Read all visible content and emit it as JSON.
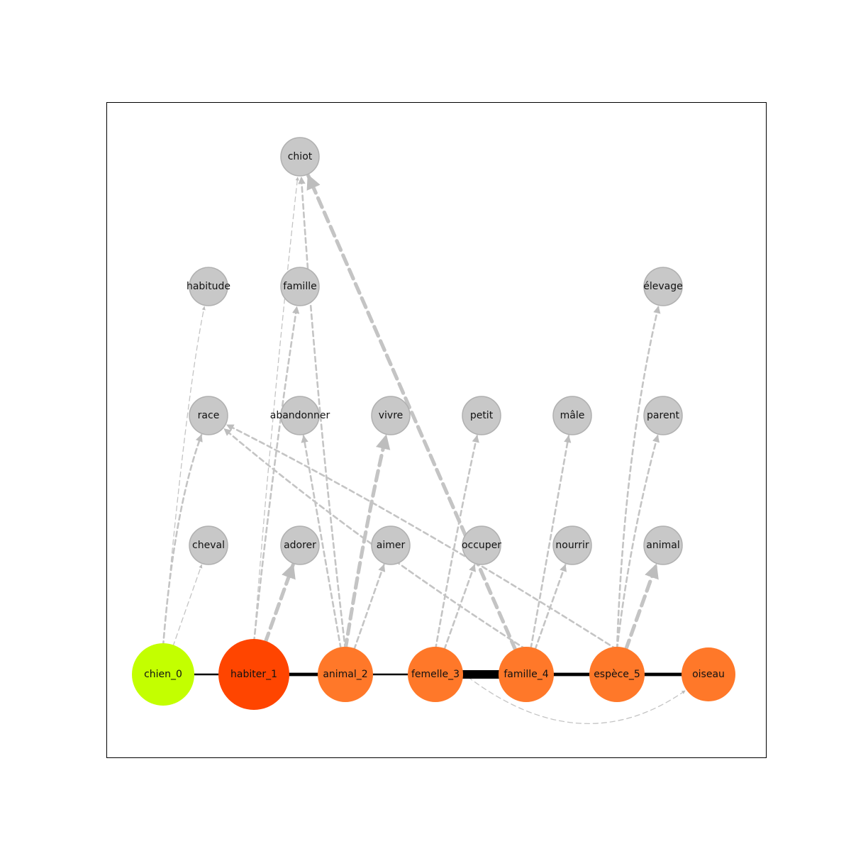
{
  "graph": {
    "colors": {
      "start": "#c3ff00",
      "peak": "#ff4500",
      "chain": "#ff7829",
      "context": "#c8c8c8",
      "context_stroke": "#b0b0b0",
      "edge_chain": "#000000",
      "edge_context": "#c4c4c4",
      "frame": "#000000"
    },
    "chain_nodes": [
      {
        "id": "chien_0",
        "label": "chien_0",
        "role": "start"
      },
      {
        "id": "habiter_1",
        "label": "habiter_1",
        "role": "peak"
      },
      {
        "id": "animal_2",
        "label": "animal_2",
        "role": "chain"
      },
      {
        "id": "femelle_3",
        "label": "femelle_3",
        "role": "chain"
      },
      {
        "id": "famille_4",
        "label": "famille_4",
        "role": "chain"
      },
      {
        "id": "espece_5",
        "label": "espèce_5",
        "role": "chain"
      },
      {
        "id": "oiseau",
        "label": "oiseau",
        "role": "chain"
      }
    ],
    "context_nodes": [
      {
        "id": "chiot",
        "label": "chiot"
      },
      {
        "id": "habitude",
        "label": "habitude"
      },
      {
        "id": "famille",
        "label": "famille"
      },
      {
        "id": "elevage",
        "label": "élevage"
      },
      {
        "id": "race",
        "label": "race"
      },
      {
        "id": "abandonner",
        "label": "abandonner"
      },
      {
        "id": "vivre",
        "label": "vivre"
      },
      {
        "id": "petit",
        "label": "petit"
      },
      {
        "id": "male",
        "label": "mâle"
      },
      {
        "id": "parent",
        "label": "parent"
      },
      {
        "id": "cheval",
        "label": "cheval"
      },
      {
        "id": "adorer",
        "label": "adorer"
      },
      {
        "id": "aimer",
        "label": "aimer"
      },
      {
        "id": "occuper",
        "label": "occuper"
      },
      {
        "id": "nourrir",
        "label": "nourrir"
      },
      {
        "id": "animal",
        "label": "animal"
      }
    ],
    "chain_edges": [
      {
        "from": "chien_0",
        "to": "habiter_1",
        "weight": 1
      },
      {
        "from": "habiter_1",
        "to": "animal_2",
        "weight": 2
      },
      {
        "from": "animal_2",
        "to": "femelle_3",
        "weight": 1
      },
      {
        "from": "femelle_3",
        "to": "famille_4",
        "weight": 5
      },
      {
        "from": "famille_4",
        "to": "espece_5",
        "weight": 2
      },
      {
        "from": "espece_5",
        "to": "oiseau",
        "weight": 2
      }
    ],
    "context_edges": [
      {
        "from": "chien_0",
        "to": "habitude",
        "weight": 1
      },
      {
        "from": "chien_0",
        "to": "race",
        "weight": 2
      },
      {
        "from": "chien_0",
        "to": "cheval",
        "weight": 1
      },
      {
        "from": "habiter_1",
        "to": "chiot",
        "weight": 1
      },
      {
        "from": "habiter_1",
        "to": "famille",
        "weight": 2
      },
      {
        "from": "habiter_1",
        "to": "adorer",
        "weight": 4
      },
      {
        "from": "animal_2",
        "to": "chiot",
        "weight": 2
      },
      {
        "from": "animal_2",
        "to": "abandonner",
        "weight": 2
      },
      {
        "from": "animal_2",
        "to": "vivre",
        "weight": 4
      },
      {
        "from": "animal_2",
        "to": "aimer",
        "weight": 2
      },
      {
        "from": "femelle_3",
        "to": "petit",
        "weight": 2
      },
      {
        "from": "femelle_3",
        "to": "occuper",
        "weight": 2
      },
      {
        "from": "femelle_3",
        "to": "oiseau",
        "weight": 1
      },
      {
        "from": "famille_4",
        "to": "chiot",
        "weight": 4
      },
      {
        "from": "famille_4",
        "to": "race",
        "weight": 2
      },
      {
        "from": "famille_4",
        "to": "male",
        "weight": 2
      },
      {
        "from": "famille_4",
        "to": "nourrir",
        "weight": 2
      },
      {
        "from": "espece_5",
        "to": "race",
        "weight": 2
      },
      {
        "from": "espece_5",
        "to": "elevage",
        "weight": 2
      },
      {
        "from": "espece_5",
        "to": "parent",
        "weight": 2
      },
      {
        "from": "espece_5",
        "to": "animal",
        "weight": 4
      }
    ]
  }
}
